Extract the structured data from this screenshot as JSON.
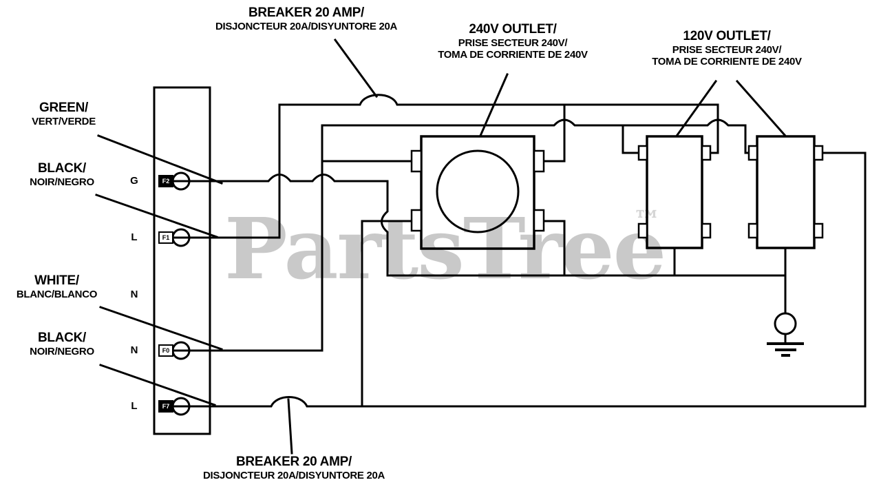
{
  "watermark": {
    "text": "PartsTree",
    "tm": "™",
    "color": "#c9c9c9",
    "tm_color": "#d4d4d4"
  },
  "labels": {
    "breaker_top": {
      "line1": "BREAKER 20 AMP/",
      "line2": "DISJONCTEUR 20A/DISYUNTORE 20A"
    },
    "outlet_240": {
      "line1": "240V OUTLET/",
      "line2": "PRISE SECTEUR 240V/",
      "line3": "TOMA DE CORRIENTE DE 240V"
    },
    "outlet_120": {
      "line1": "120V OUTLET/",
      "line2": "PRISE SECTEUR 240V/",
      "line3": "TOMA DE CORRIENTE DE 240V"
    },
    "wire_green": {
      "line1": "GREEN/",
      "line2": "VERT/VERDE"
    },
    "wire_black_top": {
      "line1": "BLACK/",
      "line2": "NOIR/NEGRO"
    },
    "wire_white": {
      "line1": "WHITE/",
      "line2": "BLANC/BLANCO"
    },
    "wire_black_bot": {
      "line1": "BLACK/",
      "line2": "NOIR/NEGRO"
    },
    "breaker_bottom": {
      "line1": "BREAKER 20 AMP/",
      "line2": "DISJONCTEUR 20A/DISYUNTORE 20A"
    }
  },
  "terminals": [
    {
      "letter": "G",
      "tag": "F2"
    },
    {
      "letter": "L",
      "tag": "F1"
    },
    {
      "letter": "N",
      "tag": ""
    },
    {
      "letter": "N",
      "tag": "F0"
    },
    {
      "letter": "L",
      "tag": "F7"
    }
  ],
  "colors": {
    "line": "#000000",
    "background": "#ffffff"
  }
}
